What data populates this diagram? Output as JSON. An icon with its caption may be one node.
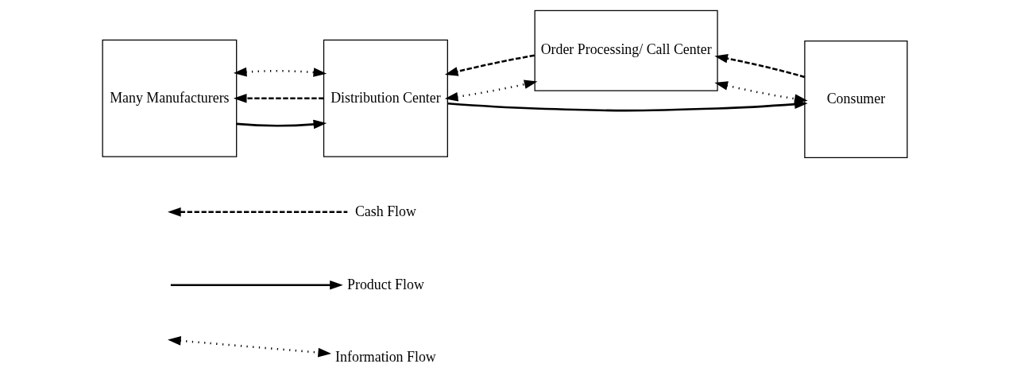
{
  "diagram": {
    "nodes": [
      {
        "text": [
          "Many Manufacturers"
        ]
      },
      {
        "text": [
          "Distribution Center"
        ]
      },
      {
        "text": [
          "Order Processing/ Call Center"
        ]
      },
      {
        "text": [
          "Consumer"
        ]
      }
    ],
    "edges": [
      {
        "from": 1,
        "to": 0,
        "arrow": "to",
        "style": "dashed"
      },
      {
        "from": 0,
        "to": 1,
        "arrow": "to"
      },
      {
        "from": 0,
        "to": 1,
        "arrow": "both",
        "style": "dashed"
      },
      {
        "from": 1,
        "to": 3,
        "arrow": "to"
      },
      {
        "from": 2,
        "to": 1,
        "arrow": "to",
        "style": "dashed"
      },
      {
        "from": 1,
        "to": 2,
        "arrow": "both",
        "style": "dashed"
      },
      {
        "from": 3,
        "to": 2,
        "arrow": "to",
        "style": "dashed"
      },
      {
        "from": 2,
        "to": 3,
        "arrow": "both",
        "style": "dashed"
      }
    ],
    "legend": [
      {
        "text": "Cash Flow"
      },
      {
        "text": "Product Flow"
      },
      {
        "text": "Information Flow"
      }
    ]
  }
}
